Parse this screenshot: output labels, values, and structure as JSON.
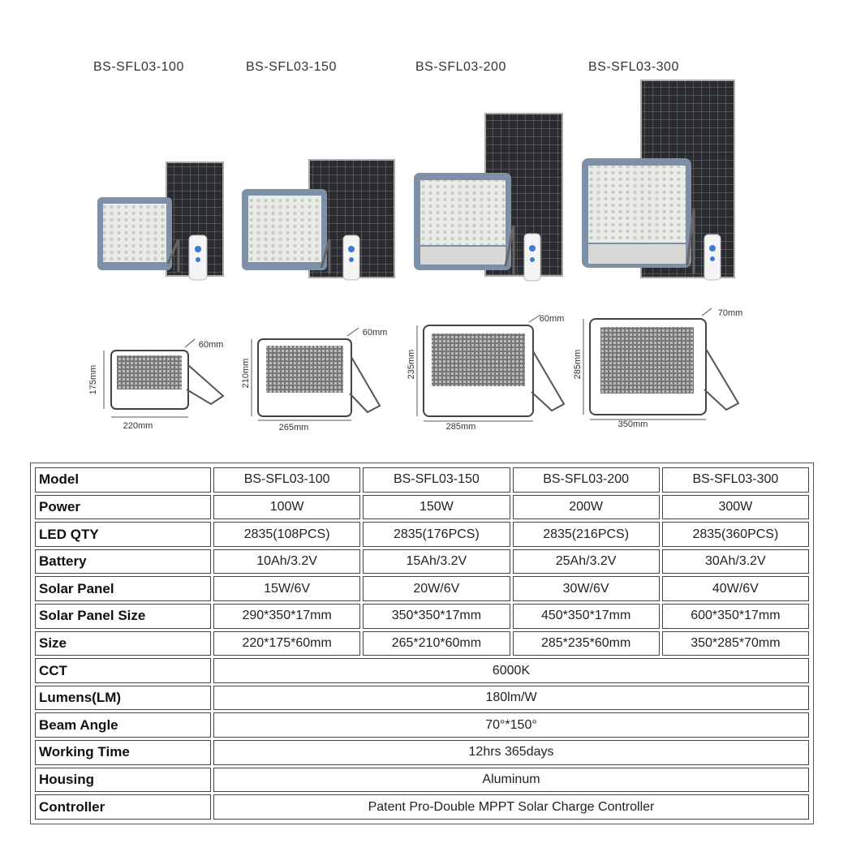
{
  "models": [
    {
      "name": "BS-SFL03-100",
      "width": "220mm",
      "height": "175mm",
      "depth": "60mm"
    },
    {
      "name": "BS-SFL03-150",
      "width": "265mm",
      "height": "210mm",
      "depth": "60mm"
    },
    {
      "name": "BS-SFL03-200",
      "width": "285mm",
      "height": "235mm",
      "depth": "60mm"
    },
    {
      "name": "BS-SFL03-300",
      "width": "350mm",
      "height": "285mm",
      "depth": "70mm"
    }
  ],
  "table": {
    "rows": [
      {
        "label": "Model",
        "values": [
          "BS-SFL03-100",
          "BS-SFL03-150",
          "BS-SFL03-200",
          "BS-SFL03-300"
        ]
      },
      {
        "label": "Power",
        "values": [
          "100W",
          "150W",
          "200W",
          "300W"
        ]
      },
      {
        "label": "LED QTY",
        "values": [
          "2835(108PCS)",
          "2835(176PCS)",
          "2835(216PCS)",
          "2835(360PCS)"
        ]
      },
      {
        "label": "Battery",
        "values": [
          "10Ah/3.2V",
          "15Ah/3.2V",
          "25Ah/3.2V",
          "30Ah/3.2V"
        ]
      },
      {
        "label": "Solar Panel",
        "values": [
          "15W/6V",
          "20W/6V",
          "30W/6V",
          "40W/6V"
        ]
      },
      {
        "label": "Solar Panel Size",
        "values": [
          "290*350*17mm",
          "350*350*17mm",
          "450*350*17mm",
          "600*350*17mm"
        ]
      },
      {
        "label": "Size",
        "values": [
          "220*175*60mm",
          "265*210*60mm",
          "285*235*60mm",
          "350*285*70mm"
        ]
      },
      {
        "label": "CCT",
        "value": "6000K"
      },
      {
        "label": "Lumens(LM)",
        "value": "180lm/W"
      },
      {
        "label": "Beam Angle",
        "value": "70°*150°"
      },
      {
        "label": "Working Time",
        "value": "12hrs 365days"
      },
      {
        "label": "Housing",
        "value": "Aluminum"
      },
      {
        "label": "Controller",
        "value": "Patent Pro-Double MPPT Solar Charge Controller"
      }
    ]
  }
}
